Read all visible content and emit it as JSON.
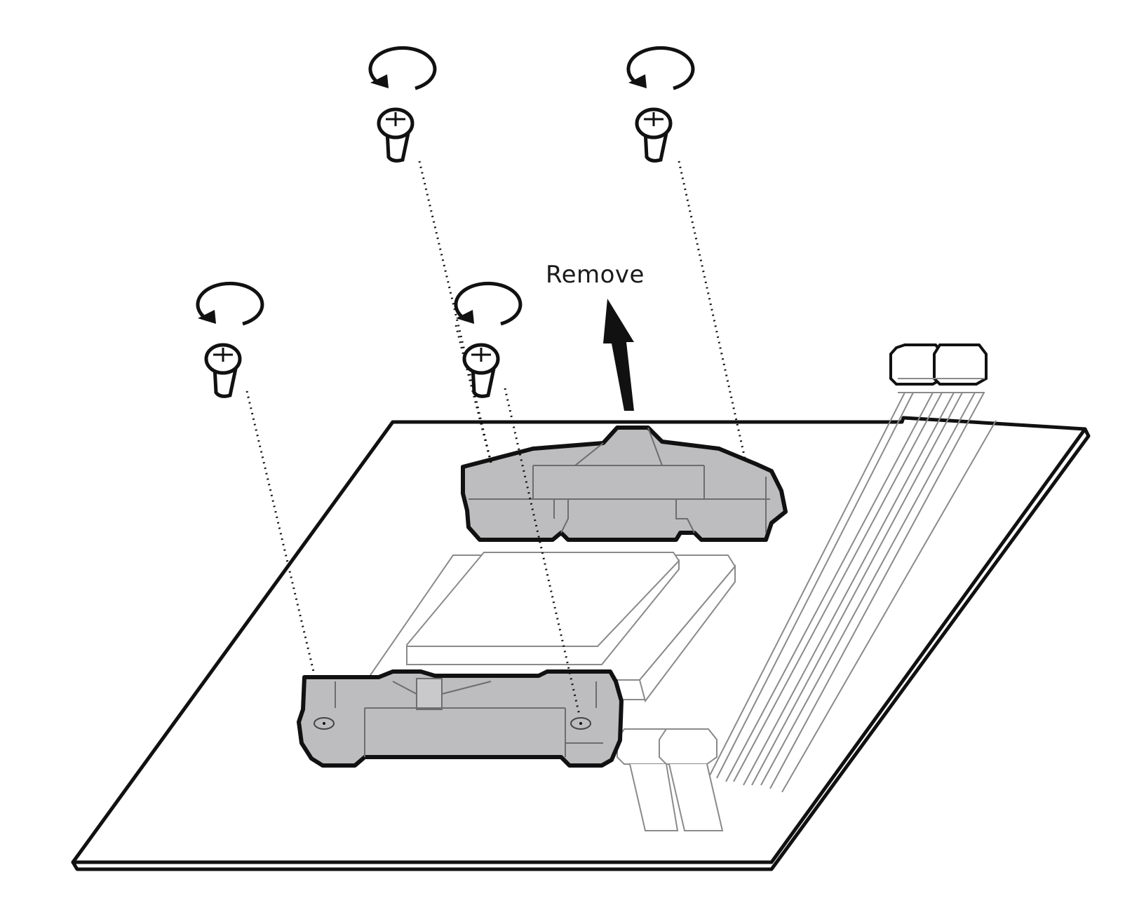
{
  "diagram": {
    "label_remove": "Remove",
    "colors": {
      "outline": "#111111",
      "light_line": "#8a8a8a",
      "bracket_fill": "#bdbdbf",
      "bracket_shade": "#a8a8ab",
      "board_fill": "#ffffff",
      "arrow": "#111111"
    },
    "parts": {
      "screws": [
        "screw-top-left",
        "screw-top-right",
        "screw-mid-left",
        "screw-mid-center"
      ],
      "brackets": [
        "retention-bracket-top",
        "retention-bracket-bottom"
      ],
      "board": "motherboard",
      "socket": "cpu-socket",
      "slots": "memory-slots"
    }
  }
}
